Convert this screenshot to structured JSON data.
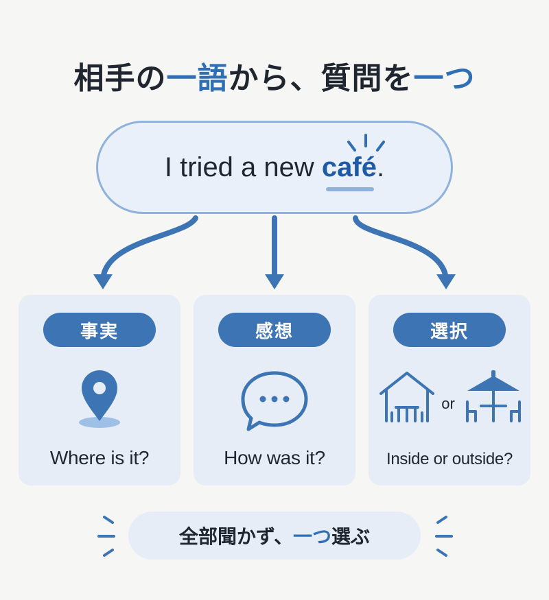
{
  "colors": {
    "accent": "#2f6fb6",
    "badge": "#3c74b4",
    "card_bg": "#e6edf7",
    "outline": "#8fb2dc",
    "text": "#1f2630"
  },
  "title": {
    "part1": "相手の",
    "accent1": "一語",
    "part2": "から、質問を",
    "accent2": "一つ"
  },
  "speech": {
    "before": "I tried a new ",
    "keyword": "café",
    "after": "."
  },
  "cards": [
    {
      "badge": "事実",
      "icon": "map-pin-icon",
      "question": "Where is it?"
    },
    {
      "badge": "感想",
      "icon": "speech-bubble-icon",
      "question": "How was it?"
    },
    {
      "badge": "選択",
      "icon": "indoor-outdoor-table-icon",
      "or_label": "or",
      "question": "Inside or outside?"
    }
  ],
  "footer": {
    "part1": "全部聞かず、",
    "accent": "一つ",
    "part2": "選ぶ"
  }
}
